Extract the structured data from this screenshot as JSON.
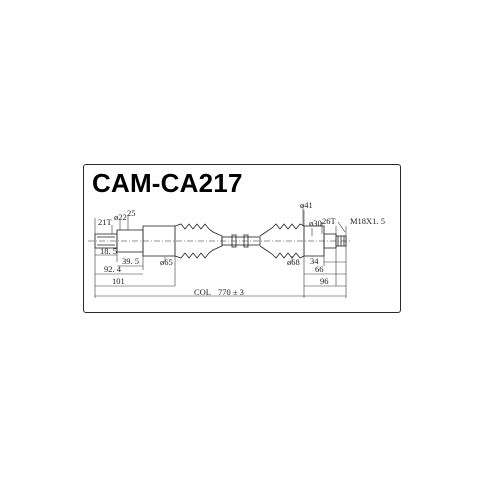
{
  "part_number": "CAM-CA217",
  "dimensions": {
    "spline_left": "21T",
    "dia_22": "ø22",
    "dia_25": "25",
    "d_18_5": "18. 5",
    "d_39_5": "39. 5",
    "dia_65": "ø65",
    "d_92_4": "92. 4",
    "d_101": "101",
    "col_label": "COL",
    "overall": "770 ± 3",
    "dia_41": "ø41",
    "dia_30": "ø30",
    "spline_right": "26T",
    "thread": "M18X1. 5",
    "dia_68": "ø68",
    "d_34": "34",
    "d_66": "66",
    "d_96": "96"
  }
}
